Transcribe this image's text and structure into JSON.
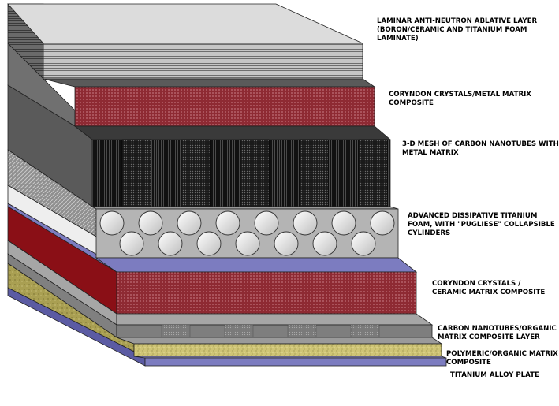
{
  "layers": [
    {
      "id": "neutron",
      "lines": [
        "LAMINAR ANTI-NEUTRON ABLATIVE LAYER",
        "(BORON/CERAMIC AND TITANIUM FOAM",
        "LAMINATE)"
      ]
    },
    {
      "id": "corundum-metal",
      "lines": [
        "CORYNDON CRYSTALS/METAL MATRIX",
        "COMPOSITE"
      ]
    },
    {
      "id": "nanotube-mesh",
      "lines": [
        "3-D MESH OF CARBON NANOTUBES WITH",
        "METAL MATRIX"
      ]
    },
    {
      "id": "titanium-foam",
      "lines": [
        "ADVANCED DISSIPATIVE TITANIUM",
        "FOAM, WITH \"PUGLIESE\" COLLAPSIBLE",
        "CYLINDERS"
      ]
    },
    {
      "id": "corundum-ceramic",
      "lines": [
        "CORYNDON CRYSTALS /",
        "CERAMIC MATRIX COMPOSITE"
      ]
    },
    {
      "id": "nanotube-organic",
      "lines": [
        "CARBON NANOTUBES/ORGANIC",
        "MATRIX COMPOSITE LAYER"
      ]
    },
    {
      "id": "polymeric",
      "lines": [
        "POLYMERIC/ORGANIC MATRIX",
        "COMPOSITE"
      ]
    },
    {
      "id": "titanium-plate",
      "lines": [
        "TITANIUM ALLOY PLATE"
      ]
    }
  ],
  "colors": {
    "maroon": "#8e2a33",
    "dark_red": "#8a0f16",
    "lavender": "#7c7cc0",
    "olive": "#cfc576",
    "gray": "#a6a6a6",
    "dark_gray": "#545454",
    "black": "#141414"
  }
}
